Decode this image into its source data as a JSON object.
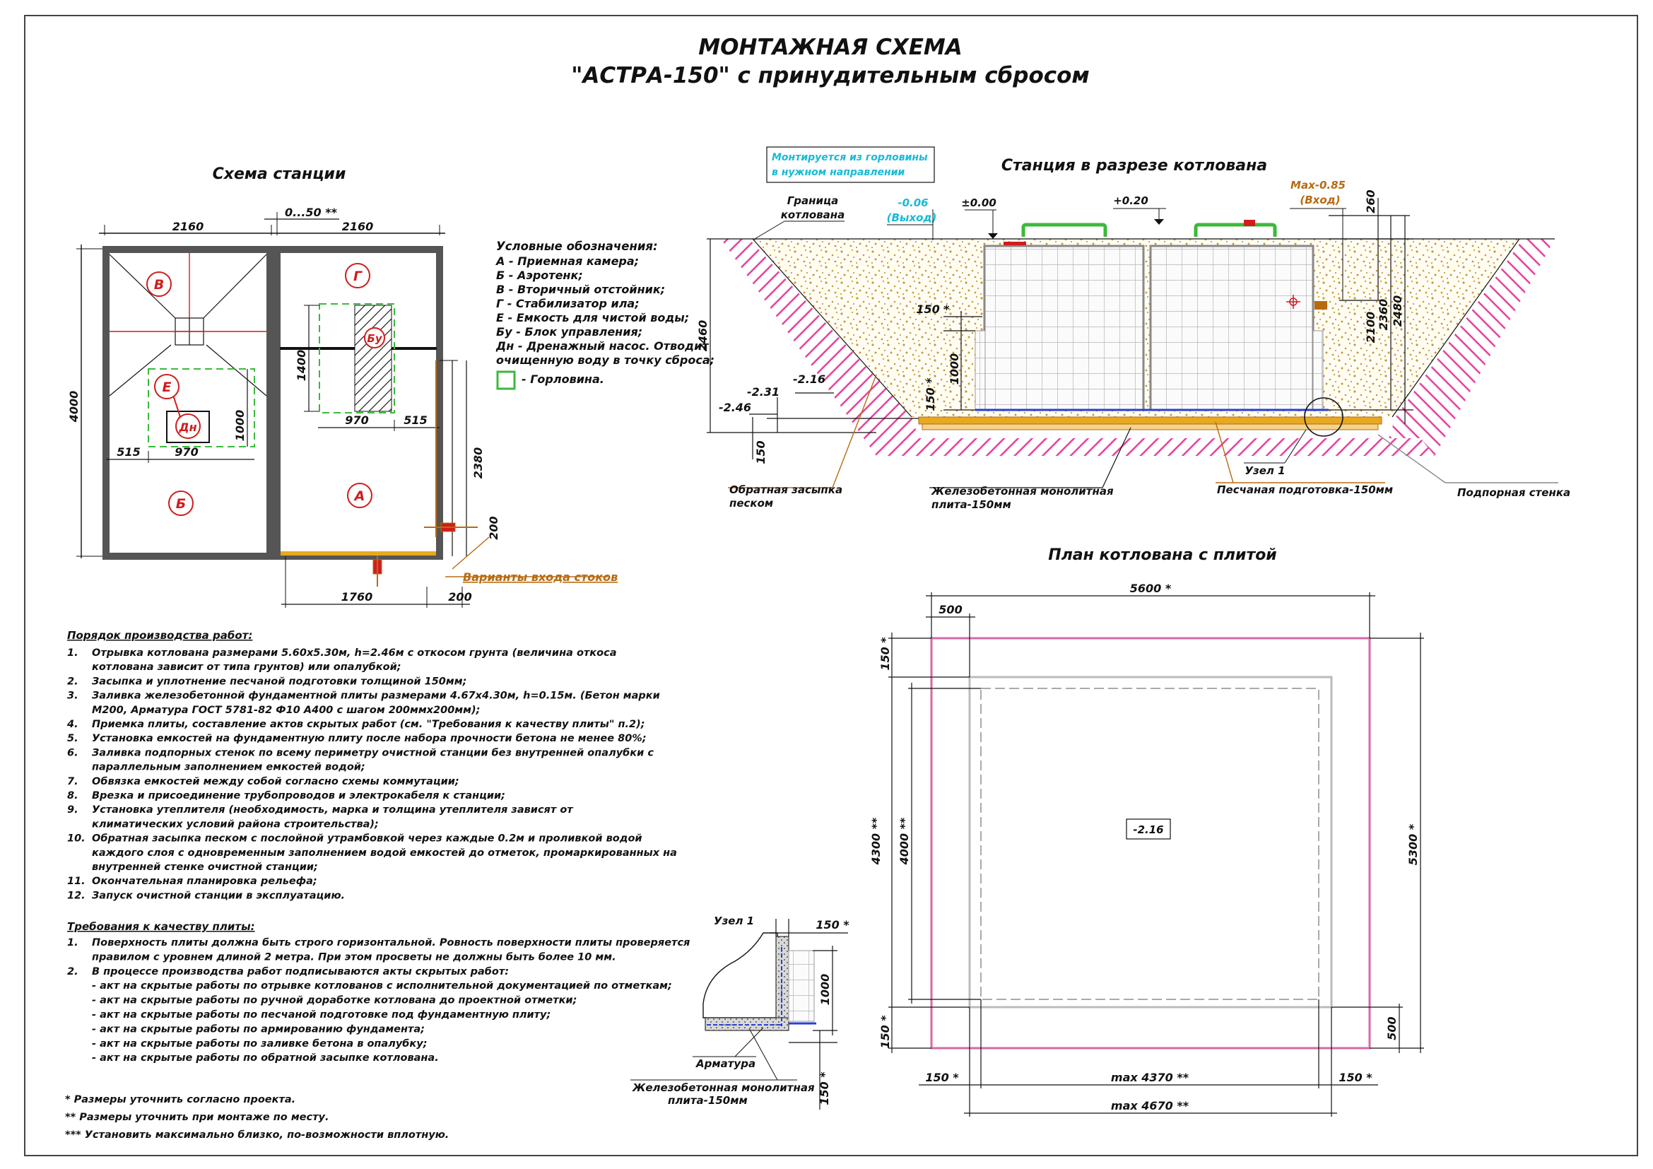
{
  "title": {
    "line1": "МОНТАЖНАЯ СХЕМА",
    "line2": "\"АСТРА-150\" с принудительным сбросом"
  },
  "station_scheme": {
    "heading": "Схема станции",
    "dims": {
      "w_left": "2160",
      "w_right": "2160",
      "gap": "0...50 **",
      "height": "4000",
      "h1400": "1400",
      "h1000": "1000",
      "w515a": "515",
      "w970a": "970",
      "w970b": "970",
      "w515b": "515",
      "h2380": "2380",
      "h200": "200",
      "w1760": "1760",
      "w200": "200"
    },
    "chambers": {
      "v": "В",
      "g": "Г",
      "e": "Е",
      "dn": "Дн",
      "b": "Б",
      "a": "А",
      "bu": "Бу"
    },
    "inlet_label": "Варианты входа стоков"
  },
  "legend": {
    "heading": "Условные обозначения:",
    "items": [
      "А - Приемная камера;",
      "Б - Аэротенк;",
      "В - Вторичный отстойник;",
      "Г - Стабилизатор ила;",
      "Е - Емкость для чистой воды;",
      "Бу - Блок управления;",
      "Дн - Дренажный насос. Отводит",
      "очищенную воду в точку сброса;"
    ],
    "manhole": "- Горловина."
  },
  "section": {
    "heading": "Станция в разрезе котлована",
    "note_line1": "Монтируется из горловины",
    "note_line2": "в нужном направлении",
    "boundary_line1": "Граница",
    "boundary_line2": "котлована",
    "out_level": "-0.06",
    "out_label": "(Выход)",
    "zero": "±0.00",
    "plus": "+0.20",
    "in_level": "Max-0.85",
    "in_label": "(Вход)",
    "dims": {
      "d260": "260",
      "d2100": "2100",
      "d2360": "2360",
      "d2480": "2480",
      "d2460": "2460",
      "d150a": "150 *",
      "d150b": "150 *",
      "d1000": "1000",
      "lvl231": "-2.31",
      "lvl216": "-2.16",
      "lvl246": "-2.46",
      "d150c": "150"
    },
    "node": "Узел 1",
    "callouts": {
      "backfill_line1": "Обратная засыпка",
      "backfill_line2": "песком",
      "slab_line1": "Железобетонная монолитная",
      "slab_line2": "плита-150мм",
      "sand": "Песчаная подготовка-150мм",
      "wall": "Подпорная стенка"
    }
  },
  "plan": {
    "heading": "План котлована с плитой",
    "level": "-2.16",
    "dims": {
      "w5600": "5600 *",
      "w500": "500",
      "v150t": "150 *",
      "v4300": "4300 **",
      "v4000": "4000 **",
      "v5300": "5300 *",
      "v150b": "150 *",
      "v500": "500",
      "b150l": "150 *",
      "bmax4370": "max 4370 **",
      "b150r": "150 *",
      "bmax4670": "max 4670 **"
    }
  },
  "node_detail": {
    "heading": "Узел 1",
    "d150t": "150 *",
    "d1000": "1000",
    "d150b": "150 *",
    "rebar": "Арматура",
    "slab_line1": "Железобетонная монолитная",
    "slab_line2": "плита-150мм"
  },
  "procedure": {
    "heading": "Порядок производства работ:",
    "lines": [
      {
        "n": "1.",
        "t": "Отрывка котлована размерами 5.60х5.30м, h=2.46м с откосом грунта (величина откоса"
      },
      {
        "n": "",
        "t": "котлована зависит от типа грунтов) или опалубкой;"
      },
      {
        "n": "2.",
        "t": "Засыпка и уплотнение песчаной подготовки толщиной 150мм;"
      },
      {
        "n": "3.",
        "t": "Заливка железобетонной фундаментной плиты размерами 4.67х4.30м, h=0.15м. (Бетон марки"
      },
      {
        "n": "",
        "t": "М200, Арматура ГОСТ 5781-82 Ф10 А400 с шагом 200ммх200мм);"
      },
      {
        "n": "4.",
        "t": "Приемка плиты, составление актов скрытых работ (см. \"Требования к качеству плиты\" п.2);"
      },
      {
        "n": "5.",
        "t": "Установка емкостей на фундаментную плиту после набора прочности бетона не менее 80%;"
      },
      {
        "n": "6.",
        "t": "Заливка подпорных стенок по всему периметру очистной станции без внутренней опалубки с"
      },
      {
        "n": "",
        "t": "параллельным заполнением емкостей водой;"
      },
      {
        "n": "7.",
        "t": "Обвязка емкостей между собой согласно схемы коммутации;"
      },
      {
        "n": "8.",
        "t": "Врезка и присоединение трубопроводов и электрокабеля к станции;"
      },
      {
        "n": "9.",
        "t": "Установка утеплителя (необходимость, марка и толщина утеплителя зависят от"
      },
      {
        "n": "",
        "t": "климатических условий района строительства);"
      },
      {
        "n": "10.",
        "t": "Обратная засыпка песком с послойной утрамбовкой через каждые 0.2м и проливкой водой"
      },
      {
        "n": "",
        "t": "каждого слоя с одновременным заполнением водой емкостей до отметок, промаркированных на"
      },
      {
        "n": "",
        "t": "внутренней стенке очистной станции;"
      },
      {
        "n": "11.",
        "t": "Окончательная планировка рельефа;"
      },
      {
        "n": "12.",
        "t": "Запуск очистной станции в эксплуатацию."
      }
    ]
  },
  "quality": {
    "heading": "Требования к качеству плиты:",
    "lines": [
      {
        "n": "1.",
        "t": "Поверхность плиты должна быть строго горизонтальной. Ровность поверхности плиты проверяется"
      },
      {
        "n": "",
        "t": "правилом с уровнем длиной 2 метра. При этом просветы не должны быть более 10 мм."
      },
      {
        "n": "2.",
        "t": "В процессе производства работ подписываются акты скрытых работ:"
      },
      {
        "n": "",
        "t": "- акт на скрытые работы по отрывке котлованов с исполнительной документацией по отметкам;"
      },
      {
        "n": "",
        "t": "- акт на скрытые работы по ручной доработке котлована до проектной отметки;"
      },
      {
        "n": "",
        "t": "- акт на скрытые работы по песчаной подготовке под фундаментную плиту;"
      },
      {
        "n": "",
        "t": "- акт на скрытые работы по армированию фундамента;"
      },
      {
        "n": "",
        "t": "- акт на скрытые работы по заливке бетона в опалубку;"
      },
      {
        "n": "",
        "t": "- акт на скрытые работы по обратной засыпке котлована."
      }
    ]
  },
  "footnotes": [
    "* Размеры уточнить согласно проекта.",
    "** Размеры уточнить при монтаже по месту.",
    "*** Установить максимально близко, по-возможности вплотную."
  ],
  "colors": {
    "red": "#d01c1c",
    "green": "#3cb93c",
    "pink": "#e8419c",
    "orange": "#b86a10",
    "sand": "#c99a3a",
    "cyan": "#19b9d8",
    "gray": "#9a9a9a"
  }
}
